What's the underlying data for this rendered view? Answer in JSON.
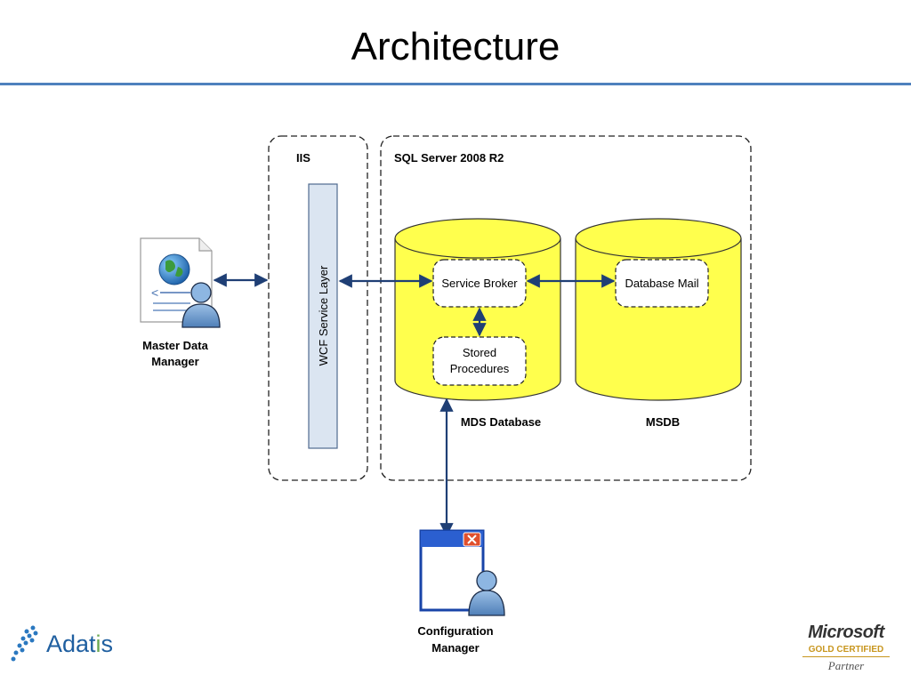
{
  "title": "Architecture",
  "containers": {
    "iis": "IIS",
    "sql": "SQL Server 2008 R2"
  },
  "wcf_layer": "WCF Service Layer",
  "databases": {
    "mds": "MDS Database",
    "msdb": "MSDB"
  },
  "boxes": {
    "service_broker": "Service Broker",
    "stored_procedures_line1": "Stored",
    "stored_procedures_line2": "Procedures",
    "database_mail": "Database Mail"
  },
  "actors": {
    "master_data_line1": "Master Data",
    "master_data_line2": "Manager",
    "config_line1": "Configuration",
    "config_line2": "Manager"
  },
  "branding": {
    "adatis_prefix": "Adat",
    "adatis_i": "i",
    "adatis_suffix": "s",
    "ms_word": "Microsoft",
    "ms_gold": "GOLD CERTIFIED",
    "ms_partner": "Partner"
  },
  "colors": {
    "accent": "#4f81bd",
    "cylinder": "#ffff4d",
    "arrow": "#1f3f75",
    "wcf_fill": "#dbe5f1"
  },
  "icons": [
    "globe-document-icon",
    "user-icon",
    "window-icon",
    "close-icon"
  ]
}
